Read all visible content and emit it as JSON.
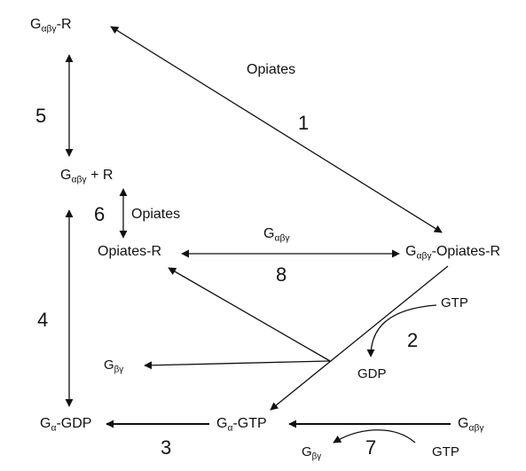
{
  "nodes": {
    "g_abg_r": {
      "main": "G",
      "sub": "αβγ",
      "suffix": "-R"
    },
    "g_abg_plus_r": {
      "main": "G",
      "sub": "αβγ",
      "suffix": " + R"
    },
    "opiates_r": {
      "text": "Opiates-R"
    },
    "g_abg_opiates_r": {
      "main": "G",
      "sub": "αβγ",
      "suffix": "-Opiates-R"
    },
    "g_bg_mid": {
      "main": "G",
      "sub": "βγ"
    },
    "g_a_gdp": {
      "main": "G",
      "sub": "α",
      "suffix": "-GDP"
    },
    "g_a_gtp": {
      "main": "G",
      "sub": "α",
      "suffix": "-GTP"
    },
    "g_abg_bottom": {
      "main": "G",
      "sub": "αβγ"
    },
    "g_bg_bottom": {
      "main": "G",
      "sub": "βγ"
    }
  },
  "labels": {
    "opiates_top": "Opiates",
    "opiates_step6": "Opiates",
    "g_abg_over_arrow": {
      "main": "G",
      "sub": "αβγ"
    },
    "gtp_right": "GTP",
    "gdp": "GDP",
    "gtp_bottom": "GTP"
  },
  "steps": [
    "1",
    "2",
    "3",
    "4",
    "5",
    "6",
    "7",
    "8"
  ]
}
